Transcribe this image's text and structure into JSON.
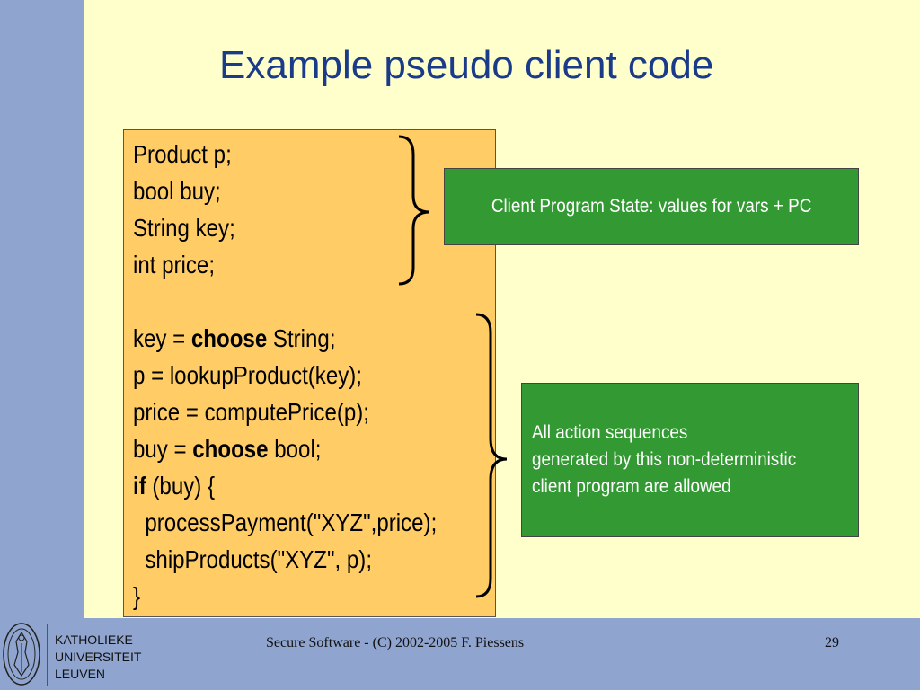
{
  "slide": {
    "title": "Example pseudo client code",
    "code_lines": [
      {
        "segments": [
          {
            "text": "Product p;",
            "bold": false
          }
        ]
      },
      {
        "segments": [
          {
            "text": "bool buy;",
            "bold": false
          }
        ]
      },
      {
        "segments": [
          {
            "text": "String key;",
            "bold": false
          }
        ]
      },
      {
        "segments": [
          {
            "text": "int price;",
            "bold": false
          }
        ]
      },
      {
        "segments": [
          {
            "text": "",
            "bold": false
          }
        ]
      },
      {
        "segments": [
          {
            "text": "key = ",
            "bold": false
          },
          {
            "text": "choose",
            "bold": true
          },
          {
            "text": " String;",
            "bold": false
          }
        ]
      },
      {
        "segments": [
          {
            "text": "p = lookupProduct(key);",
            "bold": false
          }
        ]
      },
      {
        "segments": [
          {
            "text": "price = computePrice(p);",
            "bold": false
          }
        ]
      },
      {
        "segments": [
          {
            "text": "buy = ",
            "bold": false
          },
          {
            "text": "choose",
            "bold": true
          },
          {
            "text": " bool;",
            "bold": false
          }
        ]
      },
      {
        "segments": [
          {
            "text": "if",
            "bold": true
          },
          {
            "text": " (buy) {",
            "bold": false
          }
        ]
      },
      {
        "segments": [
          {
            "text": "  processPayment(\"XYZ\",price);",
            "bold": false
          }
        ]
      },
      {
        "segments": [
          {
            "text": "  shipProducts(\"XYZ\", p);",
            "bold": false
          }
        ]
      },
      {
        "segments": [
          {
            "text": "}",
            "bold": false
          }
        ]
      }
    ],
    "callouts": {
      "state": "Client Program State: values for vars + PC",
      "actions": [
        "All action sequences",
        "generated by this non-deterministic",
        "client program are allowed"
      ]
    }
  },
  "footer": {
    "university": [
      "KATHOLIEKE",
      "UNIVERSITEIT",
      "LEUVEN"
    ],
    "text": "Secure Software - (C) 2002-2005  F. Piessens",
    "page_number": "29"
  },
  "colors": {
    "background": "#ffffcc",
    "band": "#8fa5cf",
    "title": "#1a3a8a",
    "code_box": "#ffcc66",
    "callout": "#339933"
  }
}
